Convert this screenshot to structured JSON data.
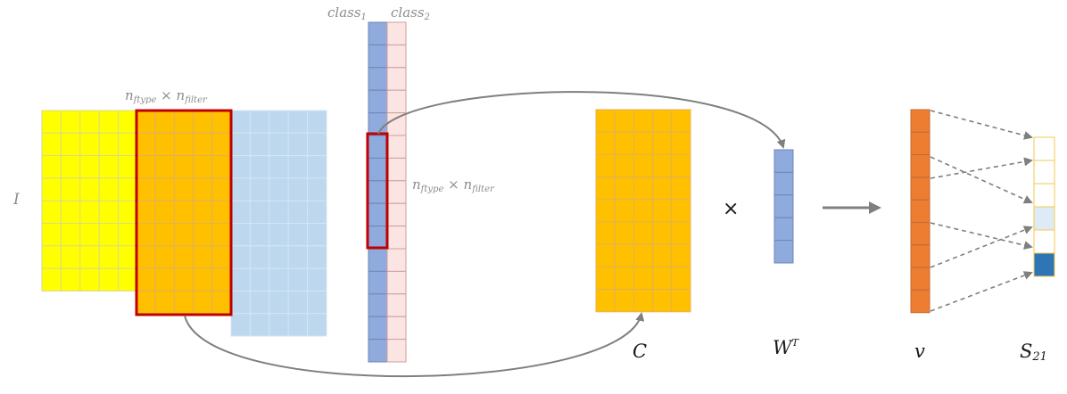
{
  "labels": {
    "class1": {
      "base": "class",
      "sub": "1"
    },
    "class2": {
      "base": "class",
      "sub": "2"
    },
    "nf_top": {
      "n1": "n",
      "sub1": "ftype",
      "times": "×",
      "n2": "n",
      "sub2": "filter"
    },
    "nf_mid": {
      "n1": "n",
      "sub1": "ftype",
      "times": "×",
      "n2": "n",
      "sub2": "filter"
    },
    "I": "I",
    "C": "C",
    "W": {
      "base": "W",
      "sup": "T"
    },
    "v": "v",
    "S": {
      "base": "S",
      "sub": "21"
    },
    "multiply": "×"
  },
  "colors": {
    "yellow": "#ffff00",
    "orange_grid": "#ffc000",
    "light_blue": "#bdd7ee",
    "class1_blue": "#8faadc",
    "class2_pink": "#fbe5e3",
    "highlight_red": "#c00000",
    "v_orange": "#ed7d31",
    "s_dark": "#2e75b6",
    "s_light": "#deebf7",
    "gray_arrow": "#7f7f7f"
  },
  "s_vector_cells": [
    "white",
    "white",
    "white",
    "light",
    "white",
    "dark"
  ]
}
